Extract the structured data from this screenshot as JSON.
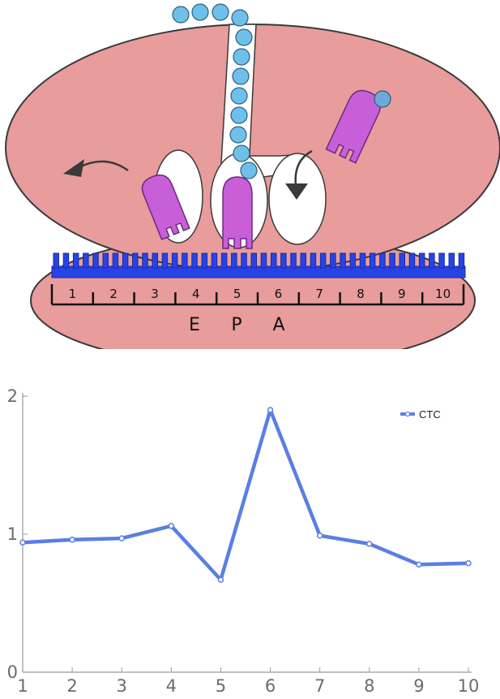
{
  "diagram": {
    "positions": [
      "1",
      "2",
      "3",
      "4",
      "5",
      "6",
      "7",
      "8",
      "9",
      "10"
    ],
    "sites": [
      "E",
      "P",
      "A"
    ],
    "colors": {
      "subunit": "#e89c9c",
      "mrna": "#2743e8",
      "trna": "#c95fd8",
      "amino_acid": "#6ec0ea",
      "arrow": "#3a3a3a"
    }
  },
  "chart_data": {
    "type": "line",
    "x": [
      1,
      2,
      3,
      4,
      5,
      6,
      7,
      8,
      9,
      10
    ],
    "series": [
      {
        "name": "CTC",
        "values": [
          0.94,
          0.96,
          0.97,
          1.06,
          0.67,
          1.9,
          0.99,
          0.93,
          0.78,
          0.79
        ],
        "color": "#5b7ee5"
      }
    ],
    "xlim": [
      1,
      10
    ],
    "ylim": [
      0,
      2
    ],
    "x_ticks": [
      "1",
      "2",
      "3",
      "4",
      "5",
      "6",
      "7",
      "8",
      "9",
      "10"
    ],
    "y_ticks": [
      "0",
      "1",
      "2"
    ],
    "title": "",
    "xlabel": "",
    "ylabel": "",
    "grid": false,
    "legend": "top-right"
  }
}
